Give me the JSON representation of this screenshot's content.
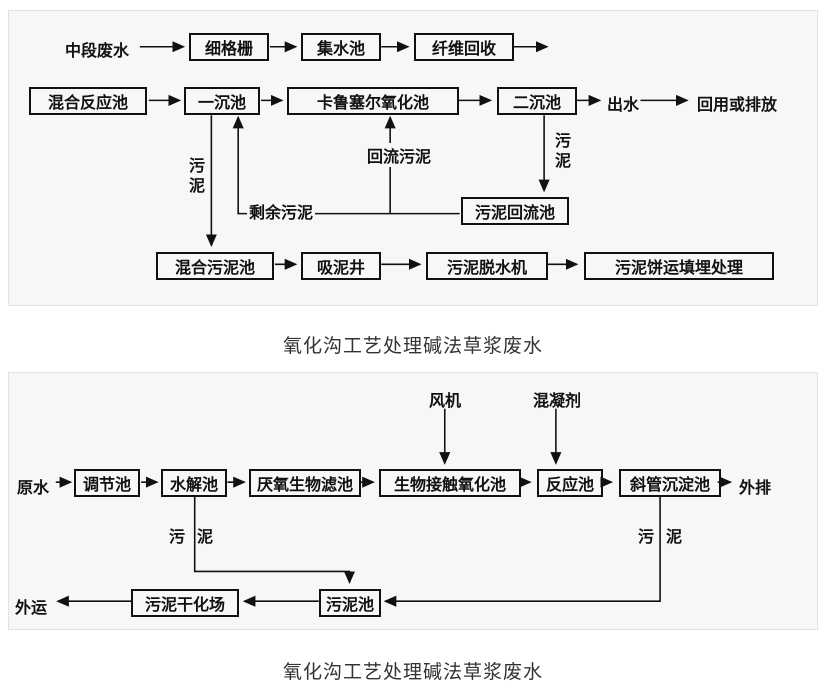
{
  "diagram1": {
    "caption": "氧化沟工艺处理碱法草浆废水",
    "source": "中段废水",
    "nodes": {
      "fine_screen": "细格栅",
      "collecting_tank": "集水池",
      "fiber_recovery": "纤维回收",
      "mixing_reaction_tank": "混合反应池",
      "primary_sedimentation": "一沉池",
      "carrousel_oxidation": "卡鲁塞尔氧化池",
      "secondary_sedimentation": "二沉池",
      "sludge_return_tank": "污泥回流池",
      "mixed_sludge_tank": "混合污泥池",
      "sludge_suction_well": "吸泥井",
      "sludge_dewatering": "污泥脱水机",
      "sludge_cake_disposal": "污泥饼运填埋处理"
    },
    "outputs": {
      "effluent": "出水",
      "reuse_or_discharge": "回用或排放"
    },
    "edge_labels": {
      "sludge_right": "污泥",
      "return_sludge": "回流污泥",
      "excess_sludge": "剩余污泥",
      "sludge_left": "污泥"
    }
  },
  "diagram2": {
    "caption": "氧化沟工艺处理碱法草浆废水",
    "inputs": {
      "blower": "风机",
      "coagulant": "混凝剂",
      "raw_water": "原水"
    },
    "nodes": {
      "regulating_tank": "调节池",
      "hydrolysis_tank": "水解池",
      "anaerobic_biofilter": "厌氧生物滤池",
      "bio_contact_oxidation": "生物接触氧化池",
      "reaction_tank": "反应池",
      "inclined_tube_settler": "斜管沉淀池",
      "sludge_tank": "污泥池",
      "sludge_drying_field": "污泥干化场"
    },
    "outputs": {
      "discharge": "外排",
      "transport_out": "外运"
    },
    "edge_labels": {
      "sludge_hydrolysis": "污泥",
      "sludge_settler": "污泥"
    }
  }
}
